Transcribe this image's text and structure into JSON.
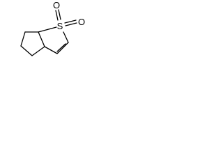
{
  "molecule": {
    "atoms": {
      "sulfur": "S",
      "oxygen_top": "O",
      "oxygen_right": "O"
    },
    "colors": {
      "bond": "#000000",
      "background": "#ffffff"
    }
  }
}
